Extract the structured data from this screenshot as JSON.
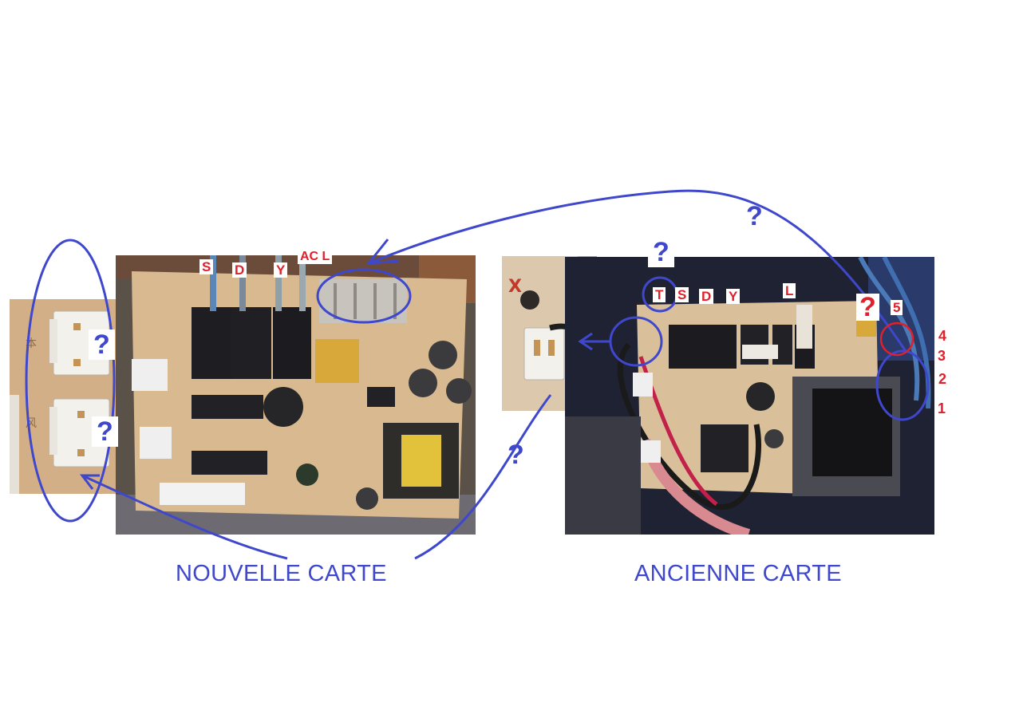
{
  "captions": {
    "new_board": "NOUVELLE CARTE",
    "old_board": "ANCIENNE CARTE"
  },
  "new_board_labels": {
    "s": "S",
    "d": "D",
    "y": "Y",
    "ac_l": "AC L"
  },
  "old_board_labels": {
    "t": "T",
    "s": "S",
    "d": "D",
    "y": "Y",
    "l": "L",
    "five": "5",
    "four": "4",
    "three": "3",
    "two": "2",
    "one": "1"
  },
  "question_marks": {
    "connector_top": "?",
    "connector_bottom": "?",
    "arc_top": "?",
    "arc_bottom": "?",
    "old_t": "?",
    "old_red": "?"
  },
  "colors": {
    "annotation_blue": "#3f48cc",
    "label_red": "#e0202a"
  }
}
